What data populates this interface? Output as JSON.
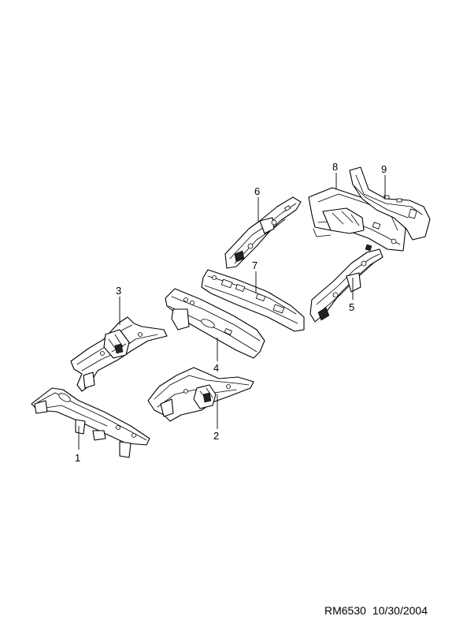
{
  "callouts": {
    "c1": "1",
    "c2": "2",
    "c3": "3",
    "c4": "4",
    "c5": "5",
    "c6": "6",
    "c7": "7",
    "c8": "8",
    "c9": "9"
  },
  "footer": {
    "ref": "RM6530",
    "date": "10/30/2004"
  }
}
